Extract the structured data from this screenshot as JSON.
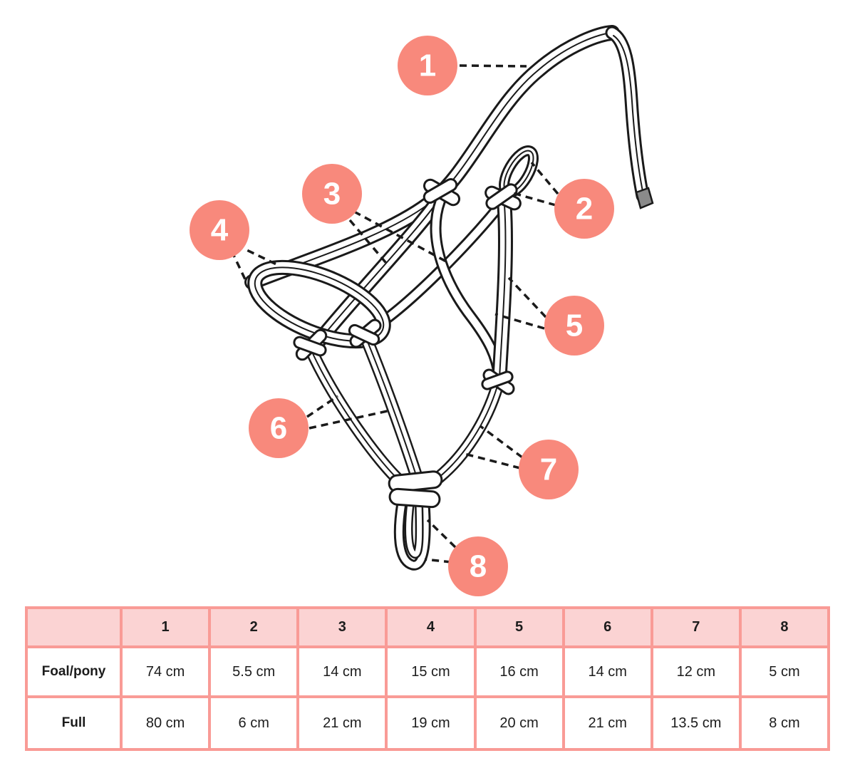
{
  "theme": {
    "accent": "#F8897C",
    "tableBorder": "#F99B96",
    "headerBg": "#FBD3D3",
    "rope": "#1A1A1A",
    "ink": "#1C1C1C",
    "ropeTip": "#8A8A8A",
    "background": "#FFFFFF"
  },
  "callouts": [
    {
      "label": "1"
    },
    {
      "label": "2"
    },
    {
      "label": "3"
    },
    {
      "label": "4"
    },
    {
      "label": "5"
    },
    {
      "label": "6"
    },
    {
      "label": "7"
    },
    {
      "label": "8"
    }
  ],
  "table": {
    "columns": [
      "",
      "1",
      "2",
      "3",
      "4",
      "5",
      "6",
      "7",
      "8"
    ],
    "rows": [
      {
        "label": "Foal/pony",
        "values": [
          "74 cm",
          "5.5 cm",
          "14 cm",
          "15 cm",
          "16 cm",
          "14 cm",
          "12 cm",
          "5 cm"
        ]
      },
      {
        "label": "Full",
        "values": [
          "80 cm",
          "6 cm",
          "21 cm",
          "19 cm",
          "20 cm",
          "21 cm",
          "13.5 cm",
          "8 cm"
        ]
      }
    ]
  }
}
